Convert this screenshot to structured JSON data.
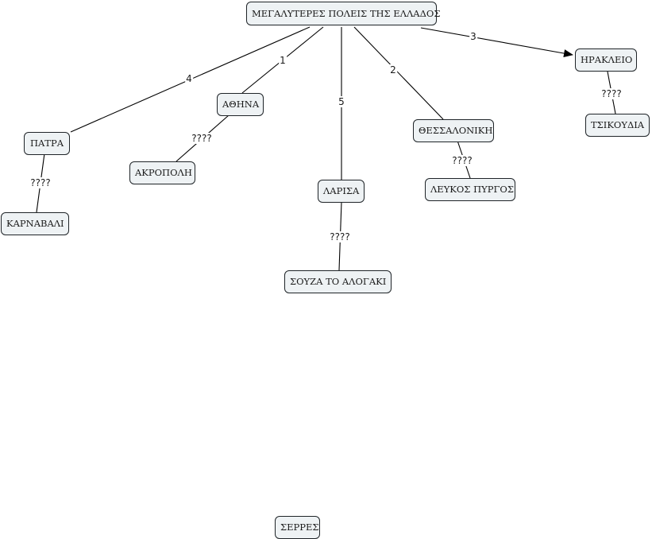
{
  "concept_map": {
    "root": "ΜΕΓΑΛΥΤΕΡΕΣ ΠΟΛΕΙΣ ΤΗΣ ΕΛΛΑΔΟΣ",
    "cities": {
      "athina": "ΑΘΗΝΑ",
      "thessaloniki": "ΘΕΣΣΑΛΟΝΙΚΗ",
      "irakleio": "ΗΡΑΚΛΕΙΟ",
      "patra": "ΠΑΤΡΑ",
      "larisa": "ΛΑΡΙΣΑ",
      "serres": "ΣΕΡΡΕΣ"
    },
    "landmarks": {
      "akropoli": "ΑΚΡΟΠΟΛΗ",
      "lefkos_pyrgos": "ΛΕΥΚΟΣ ΠΥΡΓΟΣ",
      "tsikoudia": "ΤΣΙΚΟΥΔΙΑ",
      "karnavali": "ΚΑΡΝΑΒΑΛΙ",
      "souza": "ΣΟΥΖΑ ΤΟ ΑΛΟΓΑΚΙ"
    },
    "link_labels": {
      "athina": "1",
      "thessaloniki": "2",
      "irakleio": "3",
      "patra": "4",
      "larisa": "5",
      "athina_akropoli": "????",
      "thessaloniki_pyrgos": "????",
      "irakleio_tsikoudia": "????",
      "patra_karnavali": "????",
      "larisa_souza": "????"
    }
  }
}
